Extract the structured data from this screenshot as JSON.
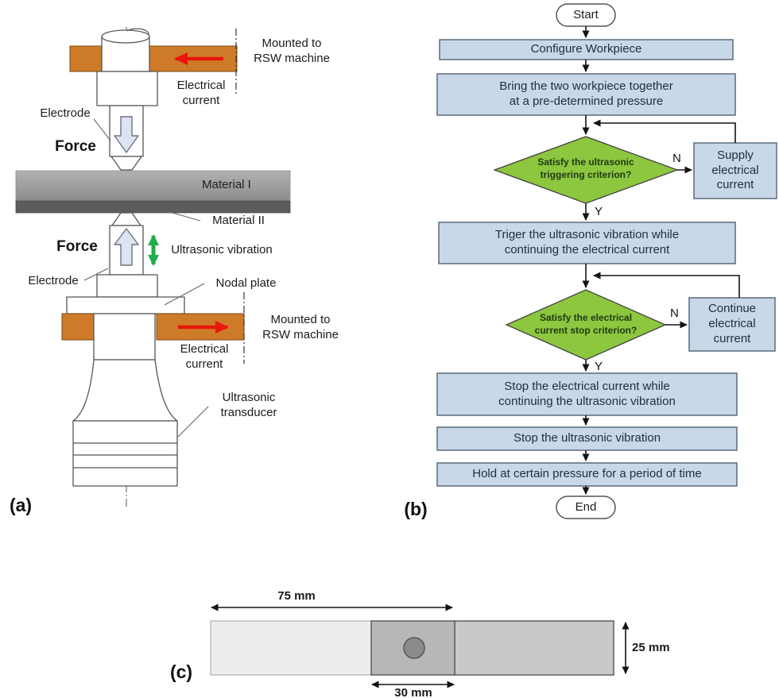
{
  "colors": {
    "flow_box_fill": "#C9D8E9",
    "diamond_fill": "#8DC63F",
    "orange_mount": "#CE7B29",
    "red_arrow": "#E8160C",
    "green_arrow": "#21AD4B"
  },
  "panel_a": {
    "label": "(a)",
    "mounted_top": {
      "line1": "Mounted to",
      "line2": "RSW machine"
    },
    "electrical_top": {
      "line1": "Electrical",
      "line2": "current"
    },
    "electrode_top": "Electrode",
    "force_top": "Force",
    "material_1": "Material I",
    "material_2": "Material II",
    "force_bottom": "Force",
    "ultrasonic_vibration": "Ultrasonic vibration",
    "electrode_bottom": "Electrode",
    "nodal_plate": "Nodal plate",
    "mounted_bottom": {
      "line1": "Mounted to",
      "line2": "RSW machine"
    },
    "electrical_bottom": {
      "line1": "Electrical",
      "line2": "current"
    },
    "transducer": {
      "line1": "Ultrasonic",
      "line2": "transducer"
    }
  },
  "panel_b": {
    "label": "(b)",
    "start": "Start",
    "end": "End",
    "yes": "Y",
    "no": "N",
    "box1": "Configure Workpiece",
    "box2": {
      "line1": "Bring the two workpiece together",
      "line2": "at a pre-determined pressure"
    },
    "decision1": {
      "line1": "Satisfy the ultrasonic",
      "line2": "triggering criterion?"
    },
    "supply_box": {
      "line1": "Supply",
      "line2": "electrical",
      "line3": "current"
    },
    "box3": {
      "line1": "Triger the ultrasonic vibration while",
      "line2": "continuing the electrical current"
    },
    "decision2": {
      "line1": "Satisfy the electrical",
      "line2": "current stop criterion?"
    },
    "continue_box": {
      "line1": "Continue",
      "line2": "electrical",
      "line3": "current"
    },
    "box4": {
      "line1": "Stop the electrical current while",
      "line2": "continuing the ultrasonic vibration"
    },
    "box5": "Stop the ultrasonic vibration",
    "box6": "Hold at certain pressure for a period of time"
  },
  "panel_c": {
    "label": "(c)",
    "length_dim": "75 mm",
    "overlap_dim": "30 mm",
    "width_dim": "25 mm"
  }
}
